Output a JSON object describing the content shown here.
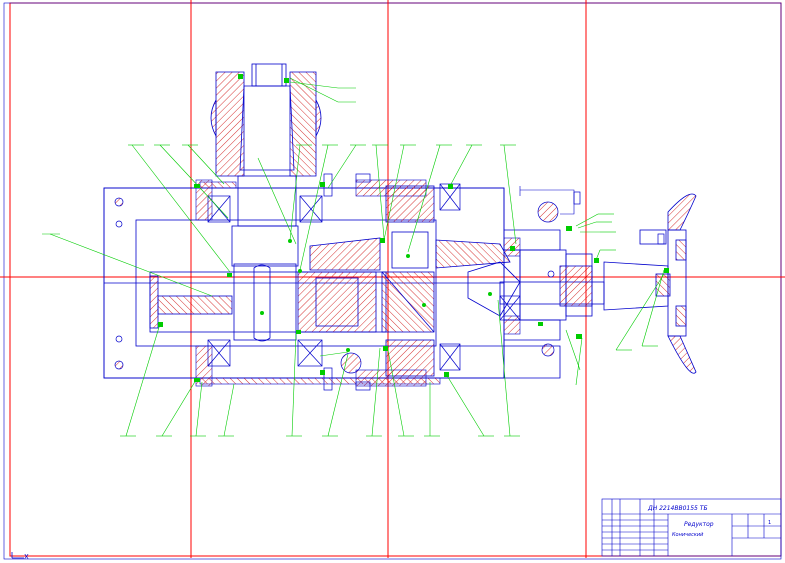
{
  "drawing": {
    "frame_color": "#ff0000",
    "outline_color": "#0000cc",
    "leader_color": "#00cc00",
    "hatch_color": "#cc0000",
    "marker_color": "#00cc00",
    "background": "#ffffff"
  },
  "title_block": {
    "designation": "ДН 2214ВВ0155 ТБ",
    "name_line1": "Редуктор",
    "name_line2": "Конический",
    "sheet": "1"
  },
  "corner_marker": "X"
}
